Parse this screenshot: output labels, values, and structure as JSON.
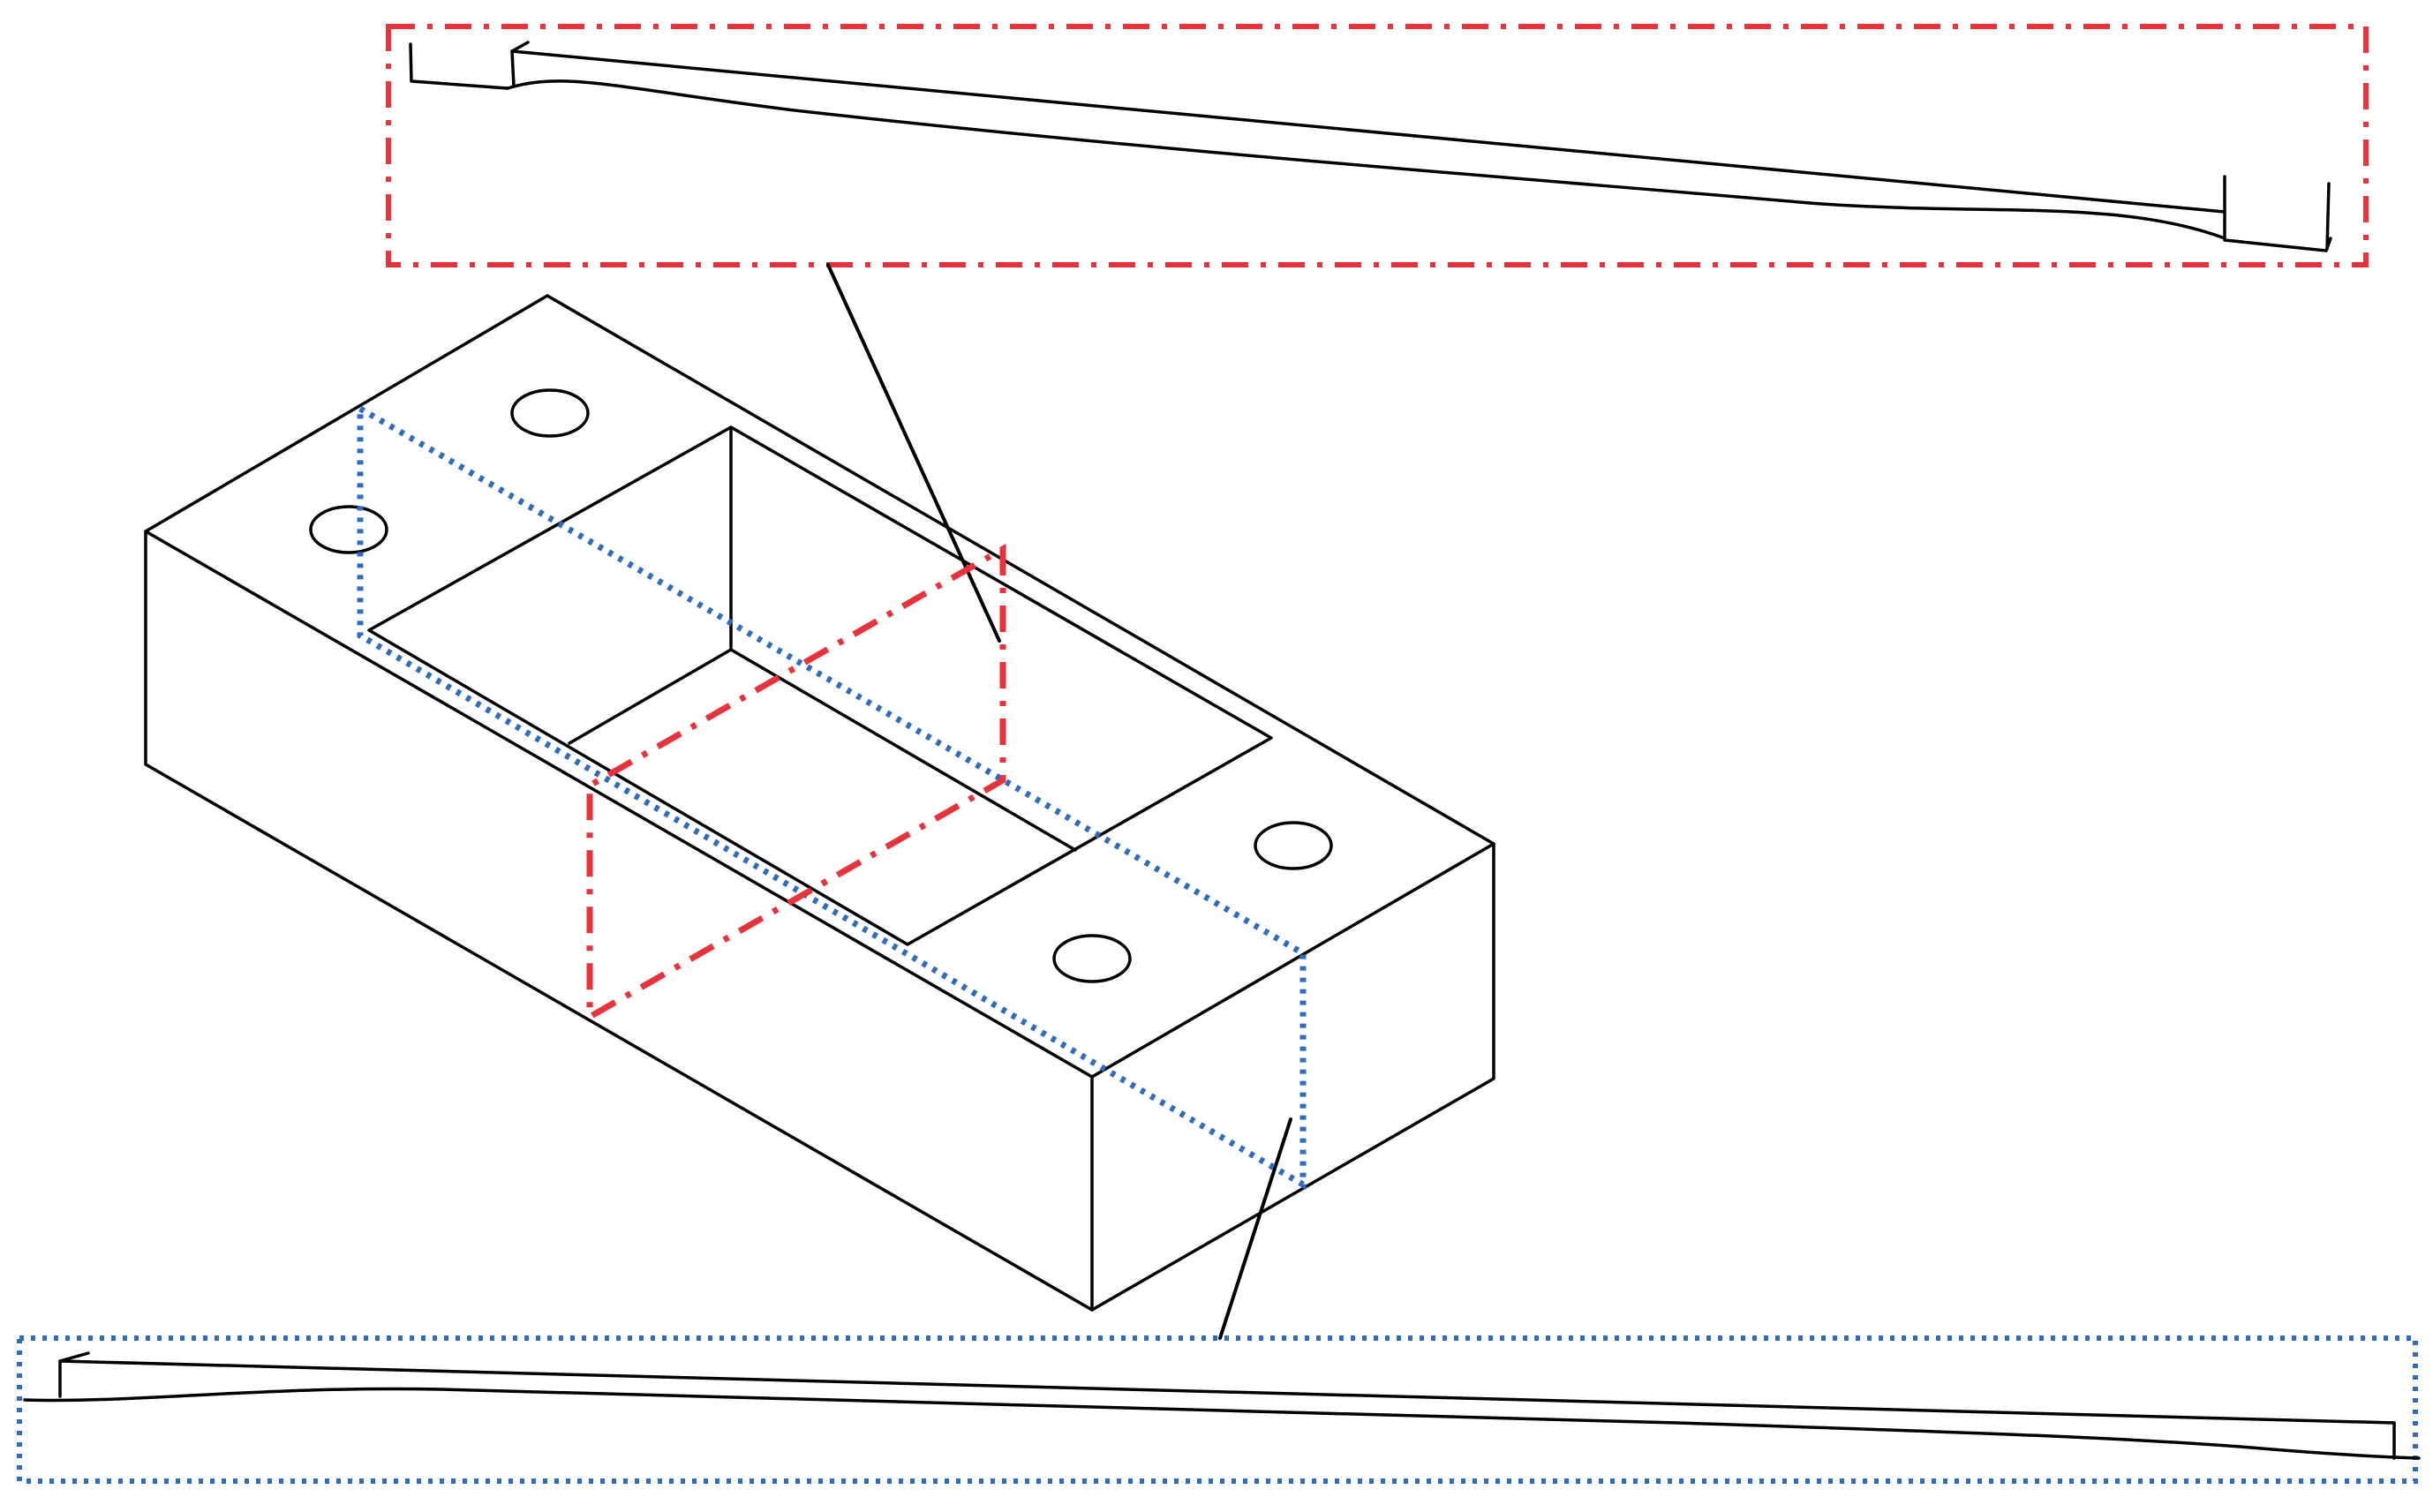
{
  "colors": {
    "background": "#ffffff",
    "line": "#000000",
    "section_a": "#e8323c",
    "section_b": "#2f6cc0"
  },
  "sections": [
    {
      "id": "a",
      "line_style": "dash-dot",
      "color": "#e8323c"
    },
    {
      "id": "b",
      "line_style": "dotted",
      "color": "#2f6cc0"
    }
  ]
}
